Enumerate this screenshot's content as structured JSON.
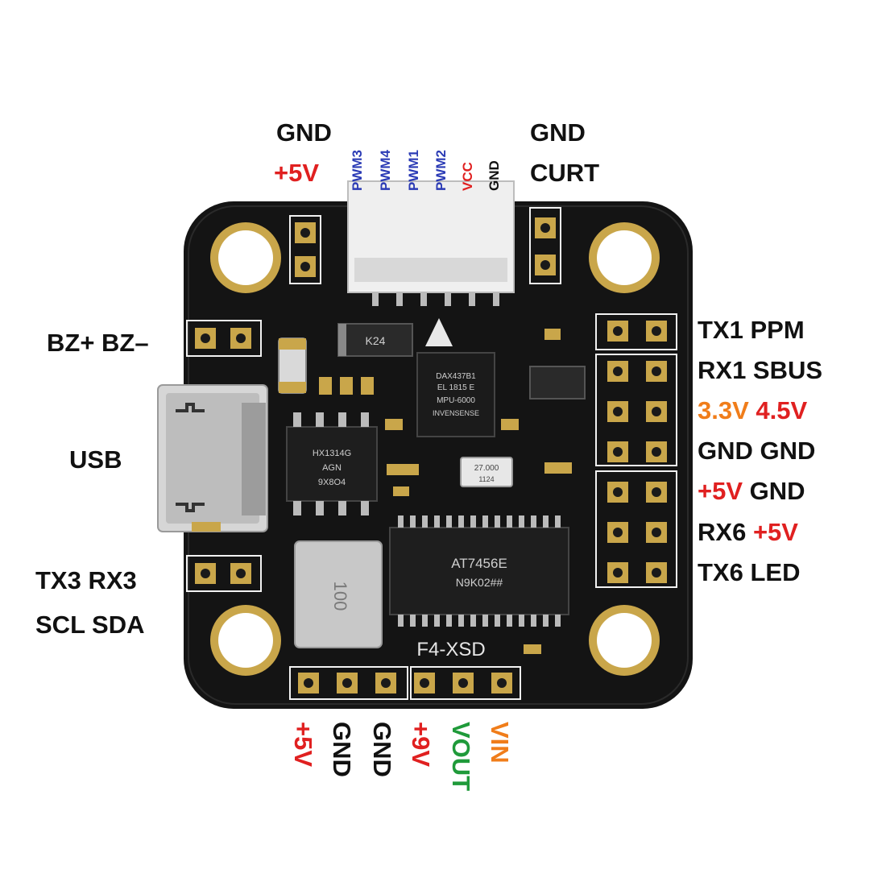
{
  "colors": {
    "red": "#e02020",
    "blue": "#2b3bb5",
    "orange": "#f07d1a",
    "green": "#1f9a3a",
    "black": "#111111"
  },
  "top_left": {
    "line1": "GND",
    "line2": "+5V"
  },
  "top_right": {
    "line1": "GND",
    "line2": "CURT"
  },
  "top_connector": [
    "PWM3",
    "PWM4",
    "PWM1",
    "PWM2",
    "VCC",
    "GND"
  ],
  "left": {
    "buzzer": "BZ+ BZ–",
    "usb": "USB",
    "uart3": "TX3 RX3",
    "i2c": "SCL SDA"
  },
  "right": {
    "row1": [
      "TX1 PPM"
    ],
    "row2": [
      "RX1 SBUS"
    ],
    "row3": [
      "3.3V",
      "4.5V"
    ],
    "row4": [
      "GND GND"
    ],
    "row5": [
      "+5V",
      "GND"
    ],
    "row6": [
      "RX6",
      "+5V"
    ],
    "row7": [
      "TX6 LED"
    ]
  },
  "bottom": [
    "+5V",
    "GND",
    "GND",
    "+9V",
    "VOUT",
    "VIN"
  ],
  "board": {
    "model": "F4-XSD",
    "chip_imu": [
      "DAX437B1",
      "EL 1815 E",
      "MPU-6000",
      "INVENSENSE"
    ],
    "chip_osd": [
      "AT7456E",
      "N9K02##"
    ],
    "chip_flash": [
      "9X8O4",
      "AGN",
      "HX1314G"
    ],
    "diode": "K24",
    "crystal": [
      "27.000",
      "1124"
    ],
    "inductor": "100"
  }
}
